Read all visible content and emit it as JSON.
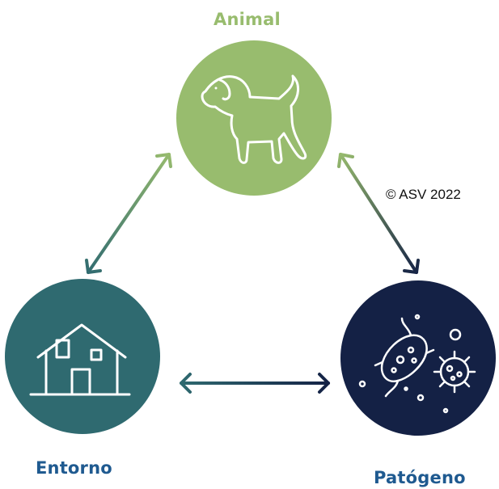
{
  "nodes": {
    "animal": {
      "label": "Animal",
      "color": "#98bc6e",
      "label_color": "#98bc6e",
      "icon": "dog-icon"
    },
    "entorno": {
      "label": "Entorno",
      "color": "#2f6a70",
      "label_color": "#1f5a90",
      "icon": "house-icon"
    },
    "patogeno": {
      "label": "Patógeno",
      "color": "#142145",
      "label_color": "#1f5a90",
      "icon": "pathogen-icon"
    }
  },
  "copyright": "© ASV 2022",
  "colors": {
    "arrow_green": "#98bc6e",
    "arrow_teal": "#2f6a70",
    "arrow_navy": "#142145"
  }
}
